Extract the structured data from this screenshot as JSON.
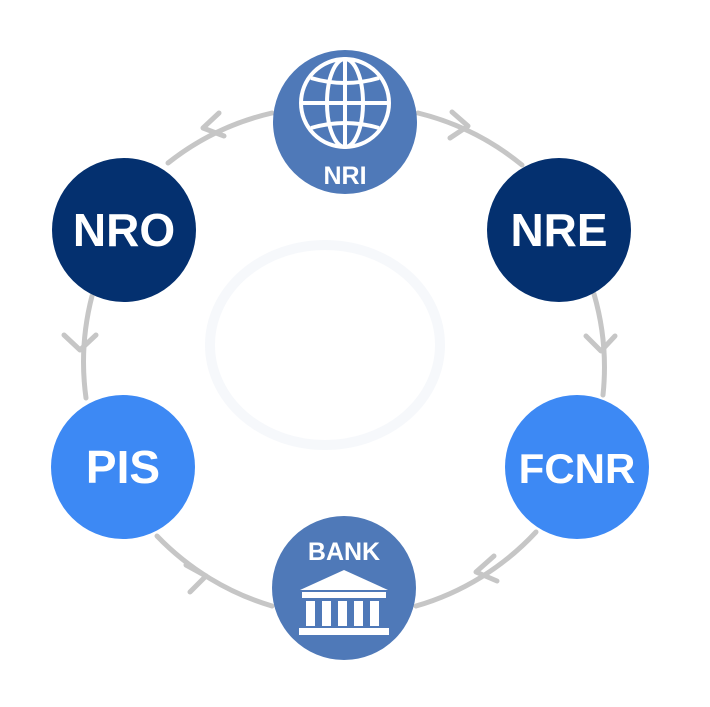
{
  "nodes": [
    {
      "id": "nri",
      "label": "NRI",
      "icon": "globe-icon",
      "color": "#4f79b8"
    },
    {
      "id": "nre",
      "label": "NRE",
      "color": "#04306f"
    },
    {
      "id": "fcnr",
      "label": "FCNR",
      "color": "#3d89f4"
    },
    {
      "id": "bank",
      "label": "BANK",
      "icon": "bank-icon",
      "color": "#4f79b8"
    },
    {
      "id": "pis",
      "label": "PIS",
      "color": "#3d89f4"
    },
    {
      "id": "nro",
      "label": "NRO",
      "color": "#04306f"
    }
  ],
  "connector_color": "#c6c6c6"
}
